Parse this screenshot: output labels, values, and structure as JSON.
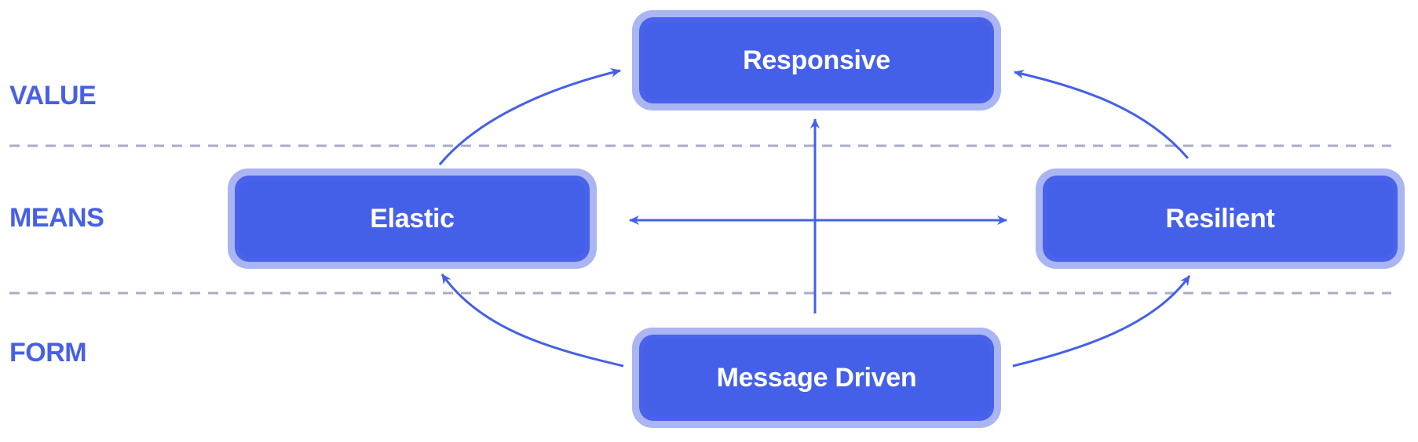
{
  "layers": {
    "value": "VALUE",
    "means": "MEANS",
    "form": "FORM"
  },
  "nodes": {
    "responsive": "Responsive",
    "elastic": "Elastic",
    "resilient": "Resilient",
    "message_driven": "Message Driven"
  },
  "colors": {
    "accent": "#4560e8",
    "node_border": "#aab5f3",
    "divider": "#a9acc4"
  }
}
